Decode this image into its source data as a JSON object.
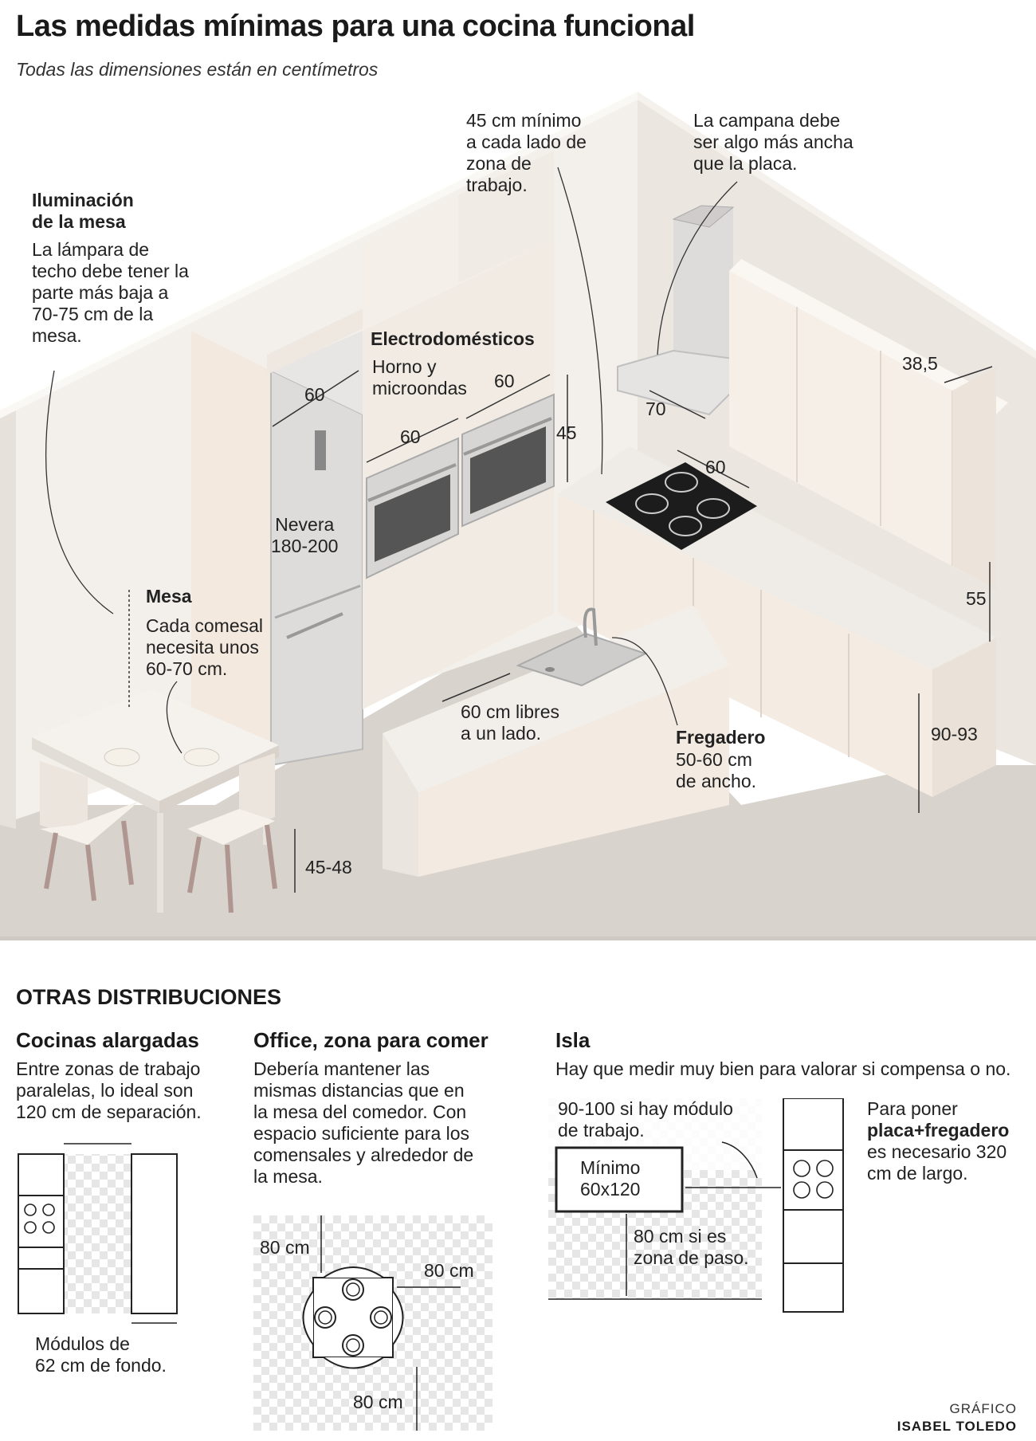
{
  "header": {
    "title": "Las medidas mínimas para una cocina funcional",
    "subtitle": "Todas las dimensiones están en centímetros"
  },
  "kitchen": {
    "iluminacion": {
      "title": "Iluminación\nde la mesa",
      "text": "La lámpara de\ntecho debe tener la\nparte más baja a\n70-75 cm de la\nmesa."
    },
    "trabajo_note": "45 cm mínimo\na cada lado de\nzona de\ntrabajo.",
    "campana_note": "La campana debe\nser algo más ancha\nque la placa.",
    "electro": {
      "title": "Electrodomésticos",
      "text": "Horno y\nmicroondas"
    },
    "mesa": {
      "title": "Mesa",
      "text": "Cada comesal\nnecesita unos\n60-70 cm."
    },
    "nevera": "Nevera\n180-200",
    "libres": "60 cm libres\na un lado.",
    "fregadero": {
      "title": "Fregadero",
      "text": "50-60 cm\nde ancho."
    },
    "dims": {
      "nevera_width": "60",
      "horno_width_a": "60",
      "horno_width_b": "60",
      "horno_height": "45",
      "campana_width": "70",
      "placa_width": "60",
      "mueble_alto": "38,5",
      "altura_hueco": "55",
      "encimera_altura": "90-93",
      "silla_altura": "45-48"
    }
  },
  "otras": {
    "section_title": "OTRAS DISTRIBUCIONES",
    "alargadas": {
      "title": "Cocinas alargadas",
      "text": "Entre zonas de trabajo\nparalelas, lo ideal son\n120 cm de separación.",
      "note": "Módulos de\n62 cm de fondo."
    },
    "office": {
      "title": "Office, zona para comer",
      "text": "Debería mantener las\nmismas distancias que en\nla mesa del comedor. Con\nespacio suficiente para los\ncomensales y alrededor de\nla mesa.",
      "dim_top": "80 cm",
      "dim_right": "80 cm",
      "dim_bottom": "80 cm"
    },
    "isla": {
      "title": "Isla",
      "text": "Hay que medir muy bien para valorar si compensa o no.",
      "note_modulo": "90-100 si hay módulo\nde trabajo.",
      "box": "Mínimo\n60x120",
      "note_paso": "80 cm si es\nzona de paso.",
      "note_right_pre": "Para poner",
      "note_right_bold": "placa+fregadero",
      "note_right_post": "es necesario 320\ncm de largo."
    }
  },
  "credit": {
    "line1": "GRÁFICO",
    "line2": "ISABEL TOLEDO"
  }
}
